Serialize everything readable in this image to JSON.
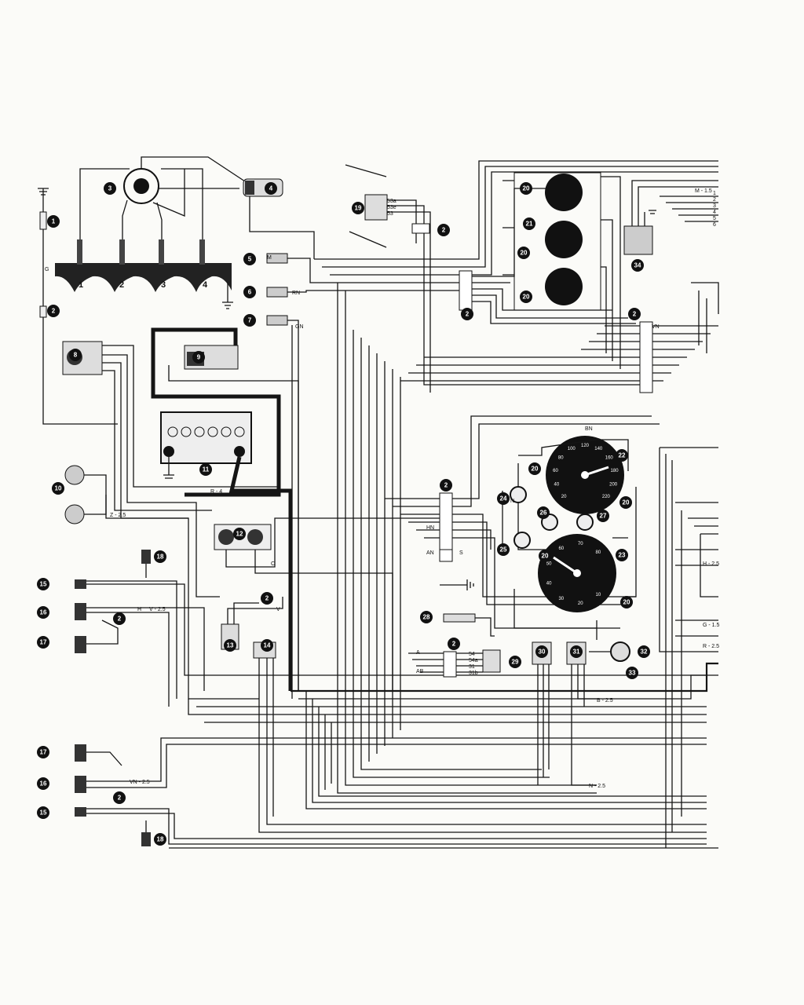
{
  "cylinders": [
    "1",
    "2",
    "3",
    "4"
  ],
  "components": [
    {
      "n": "1",
      "label": "1"
    },
    {
      "n": "2",
      "label": "2"
    },
    {
      "n": "3",
      "label": "3"
    },
    {
      "n": "4",
      "label": "4"
    },
    {
      "n": "5",
      "label": "5"
    },
    {
      "n": "6",
      "label": "6"
    },
    {
      "n": "7",
      "label": "7"
    },
    {
      "n": "8",
      "label": "8"
    },
    {
      "n": "9",
      "label": "9"
    },
    {
      "n": "10",
      "label": "10"
    },
    {
      "n": "11",
      "label": "11"
    },
    {
      "n": "12",
      "label": "12"
    },
    {
      "n": "13",
      "label": "13"
    },
    {
      "n": "14",
      "label": "14"
    },
    {
      "n": "15",
      "label": "15"
    },
    {
      "n": "16",
      "label": "16"
    },
    {
      "n": "17",
      "label": "17"
    },
    {
      "n": "18",
      "label": "18"
    },
    {
      "n": "19",
      "label": "19"
    },
    {
      "n": "20",
      "label": "20"
    },
    {
      "n": "21",
      "label": "21"
    },
    {
      "n": "22",
      "label": "22"
    },
    {
      "n": "23",
      "label": "23"
    },
    {
      "n": "24",
      "label": "24"
    },
    {
      "n": "25",
      "label": "25"
    },
    {
      "n": "26",
      "label": "26"
    },
    {
      "n": "27",
      "label": "27"
    },
    {
      "n": "28",
      "label": "28"
    },
    {
      "n": "29",
      "label": "29"
    },
    {
      "n": "30",
      "label": "30"
    },
    {
      "n": "31",
      "label": "31"
    },
    {
      "n": "32",
      "label": "32"
    },
    {
      "n": "33",
      "label": "33"
    },
    {
      "n": "34",
      "label": "34"
    }
  ],
  "wire_labels": {
    "r4": "R - 4",
    "v25": "V - 2.5",
    "z25": "Z - 2.5",
    "b25": "B - 2.5",
    "n25": "N - 2.5",
    "m": "M",
    "rn": "RN",
    "gn": "GN",
    "g": "G",
    "c": "C",
    "v": "V",
    "n": "N",
    "bn": "BN",
    "an": "AN",
    "a": "A",
    "ab": "AB",
    "vn": "VN",
    "hn": "HN",
    "s": "S",
    "h": "H",
    "r25": "R - 2.5",
    "m15": "M - 1.5",
    "h25": "H - 2.5",
    "g15": "G - 1.5",
    "vn25": "VN - 2.5"
  },
  "connector_pins": {
    "c29": [
      "54",
      "54a",
      "31",
      "31b"
    ],
    "c19": [
      "53a",
      "53e",
      "53"
    ],
    "c_right": [
      "1",
      "2",
      "3",
      "4",
      "5",
      "6"
    ]
  },
  "speedo_scale": [
    "20",
    "40",
    "60",
    "80",
    "100",
    "120",
    "140",
    "160",
    "180",
    "200",
    "220"
  ],
  "tacho_scale": [
    "10",
    "20",
    "30",
    "40",
    "50",
    "60",
    "70",
    "80"
  ],
  "colors": {
    "ink": "#151515",
    "paper": "#fbfbf8"
  }
}
